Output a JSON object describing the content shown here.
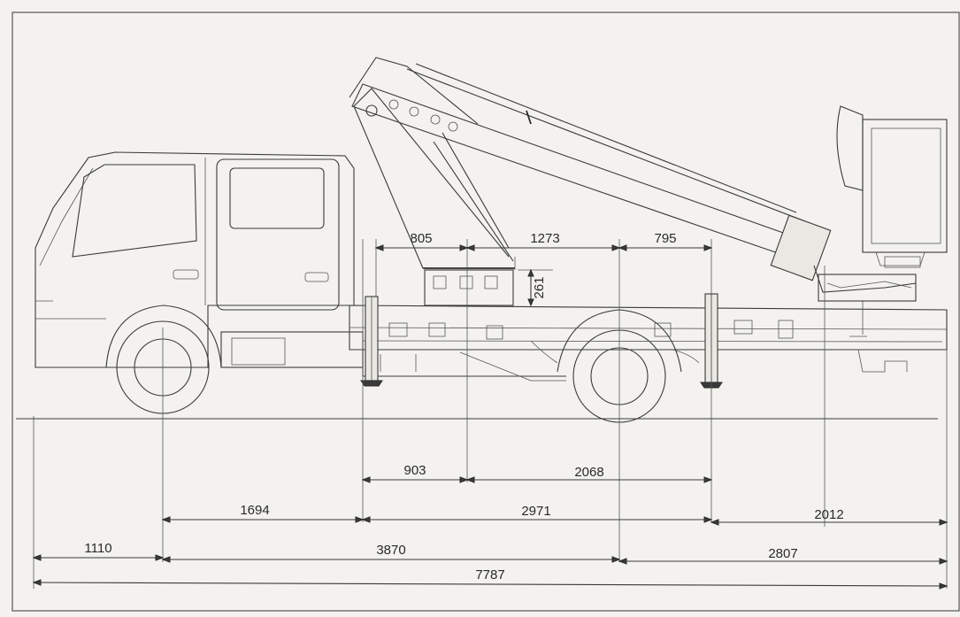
{
  "dimensions": {
    "boom_offset_1": "805",
    "boom_offset_2": "1273",
    "boom_offset_3": "795",
    "turntable_height": "261",
    "outrigger_to_turntable": "903",
    "turntable_to_rear_outrigger": "2068",
    "front_axle_to_front_outrigger": "1694",
    "outrigger_span": "2971",
    "rear_outrigger_to_platform": "2012",
    "front_overhang": "1110",
    "wheelbase": "3870",
    "rear_overhang": "2807",
    "overall_length": "7787"
  }
}
